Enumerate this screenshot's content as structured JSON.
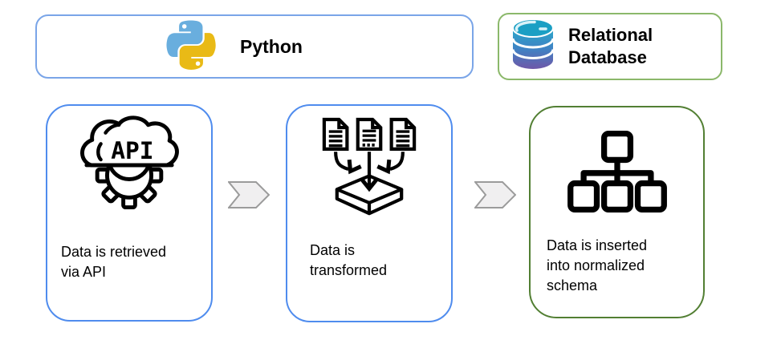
{
  "diagram": {
    "header": {
      "python": {
        "label": "Python"
      },
      "database": {
        "label": "Relational Database"
      }
    },
    "steps": [
      {
        "caption": "Data is retrieved via API"
      },
      {
        "caption": "Data is transformed"
      },
      {
        "caption": "Data is inserted into normalized schema"
      }
    ],
    "icons": {
      "api_cloud_text": "API"
    },
    "colors": {
      "header_python_border": "#7aa5e8",
      "header_database_border": "#8bb86a",
      "step_blue_border": "#4f8cee",
      "step_green_border": "#527f33",
      "chevron_fill": "#f0eff0",
      "chevron_stroke": "#9b9b9b",
      "python_logo_blue": "#69aede",
      "python_logo_yellow": "#e9ba16",
      "database_teal": "#29a8ca",
      "database_purple": "#6f57a8",
      "icon_stroke": "#000000"
    }
  }
}
